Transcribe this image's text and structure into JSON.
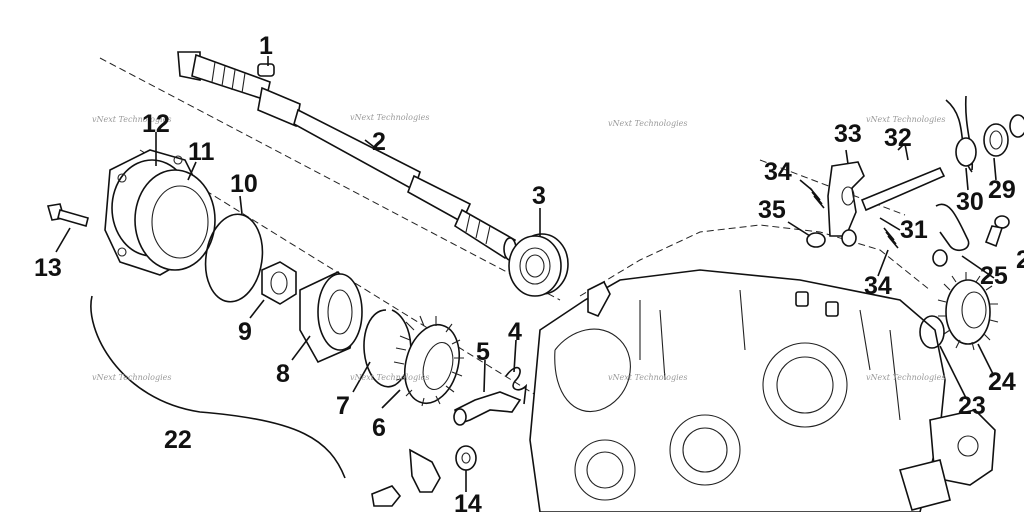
{
  "watermark": "vNext Technologies",
  "labels": {
    "p1": "1",
    "p2": "2",
    "p3": "3",
    "p4": "4",
    "p5": "5",
    "p6": "6",
    "p7": "7",
    "p8": "8",
    "p9": "9",
    "p10": "10",
    "p11": "11",
    "p12": "12",
    "p13": "13",
    "p14": "14",
    "p22": "22",
    "p23": "23",
    "p24": "24",
    "p25": "25",
    "p29": "29",
    "p30": "30",
    "p31": "31",
    "p32": "32",
    "p33": "33",
    "p34a": "34",
    "p34b": "34",
    "p35": "35",
    "p2cut": "2"
  }
}
